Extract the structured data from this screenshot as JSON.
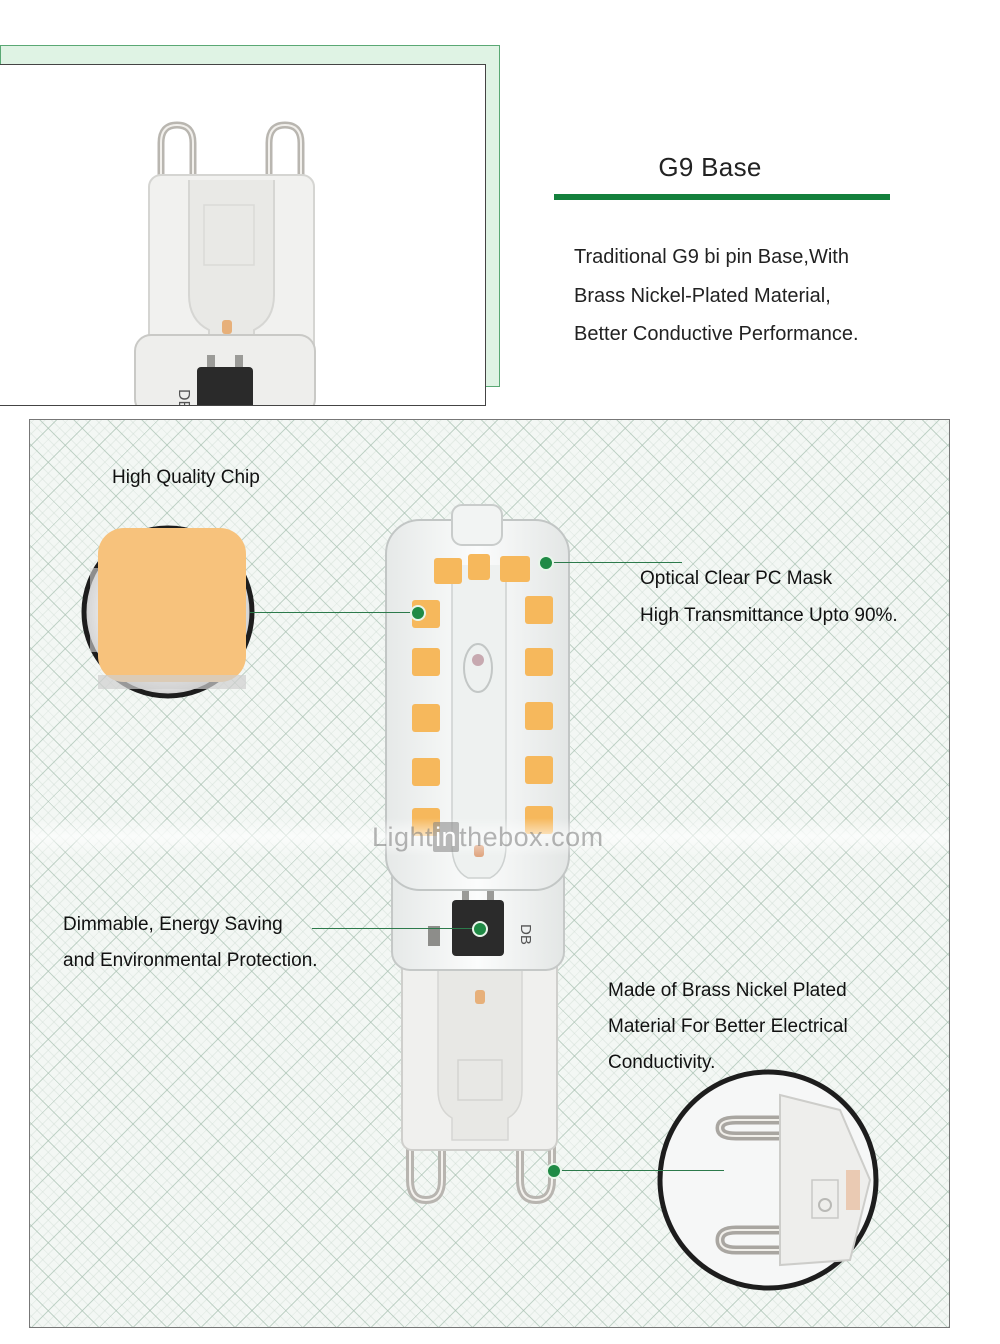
{
  "top": {
    "title": "G9 Base",
    "description": [
      "Traditional G9 bi pin Base,With",
      "Brass Nickel-Plated Material,",
      "Better Conductive Performance."
    ]
  },
  "features": {
    "chip": "High Quality Chip",
    "mask": [
      "Optical Clear PC Mask",
      "High Transmittance Upto 90%."
    ],
    "dimmable": [
      "Dimmable, Energy Saving",
      "and Environmental Protection."
    ],
    "brass": [
      "Made of Brass Nickel Plated",
      "Material For Better Electrical",
      "Conductivity."
    ]
  },
  "watermark": {
    "left": "Light",
    "mid": "in",
    "right": "thebox.com"
  },
  "colors": {
    "accent_green": "#14803c",
    "led_amber": "#f6b85c",
    "chip_color": "#f7c27c"
  }
}
